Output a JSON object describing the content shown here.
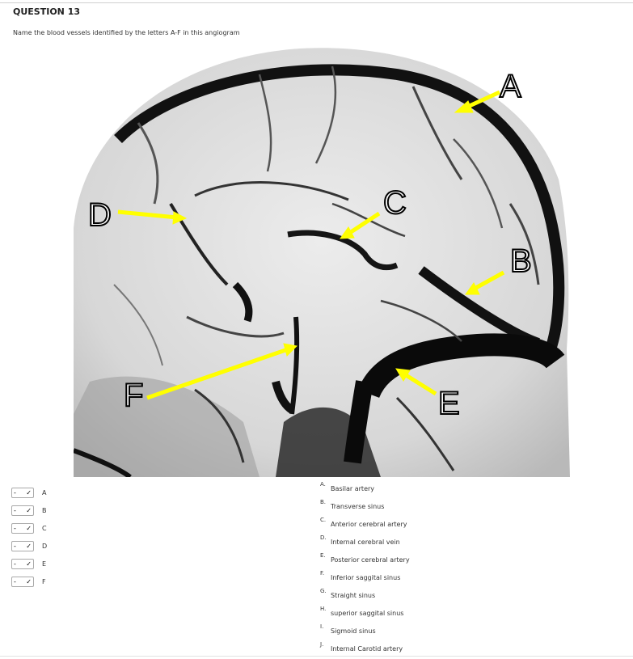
{
  "question": {
    "title": "QUESTION 13",
    "text": "Name the blood vessels identified by the letters A-F in this angiogram"
  },
  "figure": {
    "labels": {
      "A": "A",
      "B": "B",
      "C": "C",
      "D": "D",
      "E": "E",
      "F": "F"
    },
    "arrow_color": "#ffff00"
  },
  "matching": {
    "placeholder": "-",
    "prompts": [
      "A",
      "B",
      "C",
      "D",
      "E",
      "F"
    ]
  },
  "answers": [
    {
      "letter": "A.",
      "text": "Basilar artery"
    },
    {
      "letter": "B.",
      "text": "Transverse sinus"
    },
    {
      "letter": "C.",
      "text": "Anterior cerebral artery"
    },
    {
      "letter": "D.",
      "text": "Internal cerebral vein"
    },
    {
      "letter": "E.",
      "text": "Posterior cerebral artery"
    },
    {
      "letter": "F.",
      "text": "Inferior saggital sinus"
    },
    {
      "letter": "G.",
      "text": "Straight sinus"
    },
    {
      "letter": "H.",
      "text": "superior saggital sinus"
    },
    {
      "letter": "I.",
      "text": "Sigmoid sinus"
    },
    {
      "letter": "J.",
      "text": "Internal Carotid artery"
    }
  ]
}
